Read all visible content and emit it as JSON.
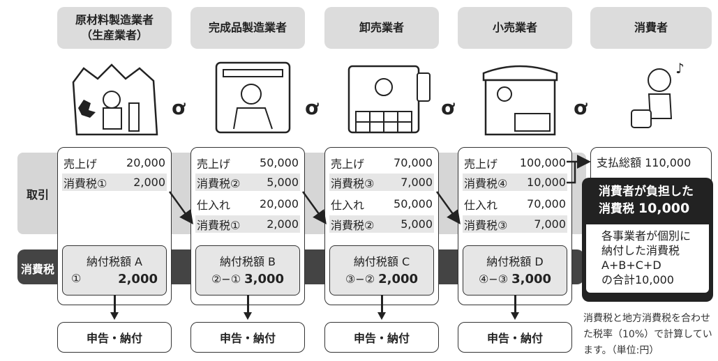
{
  "headers": [
    "原材料製造業者\n（生産業者）",
    "完成品製造業者",
    "卸売業者",
    "小売業者",
    "消費者"
  ],
  "flow_glyph": "ơ",
  "row_labels": {
    "transaction": "取引",
    "tax": "消費税"
  },
  "columns": [
    {
      "rows": [
        [
          "売上げ",
          "20,000"
        ],
        [
          "消費税①",
          "2,000"
        ]
      ],
      "tax_title": "納付税額 A",
      "tax_formula": "①",
      "tax_amount": "2,000",
      "action": "申告・納付"
    },
    {
      "rows": [
        [
          "売上げ",
          "50,000"
        ],
        [
          "消費税②",
          "5,000"
        ],
        [
          "仕入れ",
          "20,000"
        ],
        [
          "消費税①",
          "2,000"
        ]
      ],
      "tax_title": "納付税額 B",
      "tax_formula": "②−①",
      "tax_amount": "3,000",
      "action": "申告・納付"
    },
    {
      "rows": [
        [
          "売上げ",
          "70,000"
        ],
        [
          "消費税③",
          "7,000"
        ],
        [
          "仕入れ",
          "50,000"
        ],
        [
          "消費税②",
          "5,000"
        ]
      ],
      "tax_title": "納付税額 C",
      "tax_formula": "③−②",
      "tax_amount": "2,000",
      "action": "申告・納付"
    },
    {
      "rows": [
        [
          "売上げ",
          "100,000"
        ],
        [
          "消費税④",
          "10,000"
        ],
        [
          "仕入れ",
          "70,000"
        ],
        [
          "消費税③",
          "7,000"
        ]
      ],
      "tax_title": "納付税額 D",
      "tax_formula": "④−③",
      "tax_amount": "3,000",
      "action": "申告・納付"
    }
  ],
  "consumer": {
    "payment_label": "支払総額",
    "payment_value": "110,000",
    "burden_line1": "消費者が負担した",
    "burden_line2": "消費税",
    "burden_amount": "10,000",
    "sum_lines": [
      "各事業者が個別に",
      "納付した消費税",
      "A+B+C+D",
      "の合計10,000"
    ]
  },
  "note": "消費税と地方消費税を合わせた税率（10%）で計算しています。（単位:円）"
}
